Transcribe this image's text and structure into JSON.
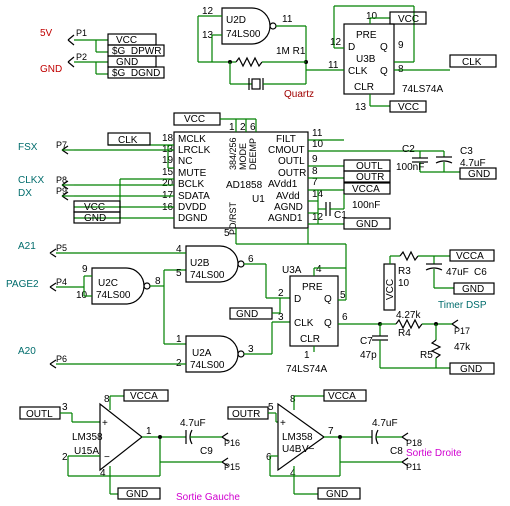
{
  "power": {
    "v5": "5V",
    "gnd": "GND"
  },
  "connectors": {
    "p1": "P1",
    "p2": "P2",
    "p4": "P4",
    "p5": "P5",
    "p6": "P6",
    "p7": "P7",
    "p8": "P8",
    "p9": "P9",
    "p11": "P11",
    "p15": "P15",
    "p16": "P16",
    "p17": "P17",
    "p18": "P18"
  },
  "boxes": {
    "vcc": "VCC",
    "gnd": "GND",
    "g_dpwr": "$G_DPWR",
    "g_dgnd": "$G_DGND",
    "clk": "CLK",
    "outl": "OUTL",
    "outr": "OUTR",
    "vcca": "VCCA"
  },
  "signals": {
    "fsx": "FSX",
    "clkx": "CLKX",
    "dx": "DX",
    "a21": "A21",
    "page2": "PAGE2",
    "a20": "A20",
    "quartz": "Quartz",
    "timer_dsp": "Timer DSP",
    "sortie_gauche": "Sortie Gauche",
    "sortie_droite": "Sortie Droite"
  },
  "parts": {
    "u2d": "U2D",
    "u2c": "U2C",
    "u2b": "U2B",
    "u2a": "U2A",
    "ls00": "74LS00",
    "u3b": "U3B",
    "u3a": "U3A",
    "ls74": "74LS74A",
    "u1": "U1",
    "ad1858": "AD1858",
    "u15a": "U15A",
    "u4b": "U4B",
    "lm358": "LM358",
    "r1": "1M R1",
    "r3": "R3",
    "r3v": "10",
    "r4": "R4",
    "r4v": "4.27k",
    "r5": "R5",
    "r5v": "47k",
    "c1": "C1",
    "c1v": "100nF",
    "c2": "C2",
    "c2v": "100nF",
    "c3": "C3",
    "c3v": "4.7uF",
    "c6": "C6",
    "c6v": "47uF",
    "c7": "C7",
    "c7v": "47p",
    "c8": "C8",
    "c9": "C9",
    "cap47": "4.7uF"
  },
  "ff_pins": {
    "pre": "PRE",
    "clr": "CLR",
    "d": "D",
    "clk": "CLK",
    "q": "Q",
    "qn": "Q"
  },
  "ad1858_pins": {
    "mclk": "MCLK",
    "lrclk": "LRCLK",
    "nc": "NC",
    "mute": "MUTE",
    "bclk": "BCLK",
    "sdata": "SDATA",
    "dvdd": "DVDD",
    "dgnd": "DGND",
    "deemp": "DEEMP",
    "mode": "MODE",
    "s384": "384/256",
    "pdrst": "PD/RST",
    "filt": "FILT",
    "cmout": "CMOUT",
    "outl": "OUTL",
    "outr": "OUTR",
    "avdd1": "AVdd1",
    "avdd": "AVdd",
    "agnd": "AGND",
    "agnd1": "AGND1"
  },
  "pin_numbers": {
    "u1_left": [
      "18",
      "13",
      "19",
      "15",
      "20",
      "17",
      "16"
    ],
    "u1_top": [
      "1",
      "2",
      "6"
    ],
    "u1_right": [
      "11",
      "10",
      "9",
      "8",
      "7",
      "14",
      "12"
    ],
    "u1_bottom": "5"
  }
}
